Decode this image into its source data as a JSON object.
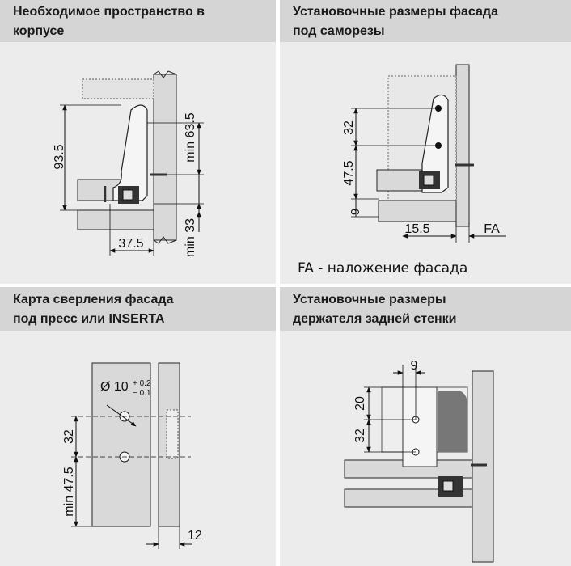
{
  "panels": [
    {
      "title_line1": "Необходимое пространство в",
      "title_line2": "корпусе",
      "dims": {
        "height": "93.5",
        "min_top": "min 63.5",
        "min_bottom": "min 33",
        "width": "37.5"
      }
    },
    {
      "title_line1": "Установочные размеры фасада",
      "title_line2": "под саморезы",
      "dims": {
        "d32": "32",
        "d475": "47.5",
        "d9": "9",
        "d155": "15.5",
        "fa": "FA"
      },
      "caption": "FA - наложение фасада"
    },
    {
      "title_line1": "Карта сверления фасада",
      "title_line2": "под пресс или INSERTA",
      "dims": {
        "dia": "Ø 10",
        "tol_plus": "+ 0.2",
        "tol_minus": "− 0.1",
        "d32": "32",
        "min475": "min 47.5",
        "d12": "12"
      }
    },
    {
      "title_line1": "Установочные размеры",
      "title_line2": "держателя задней стенки",
      "dims": {
        "d9": "9",
        "d20": "20",
        "d32": "32"
      }
    }
  ]
}
